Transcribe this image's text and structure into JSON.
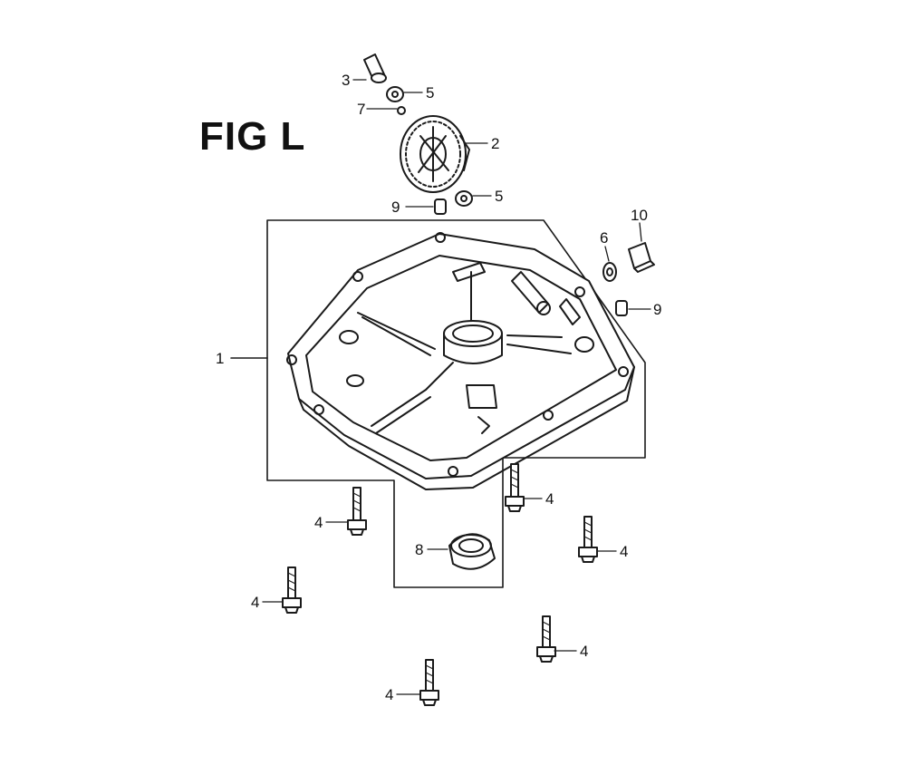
{
  "figure": {
    "title": "FIG L"
  },
  "callouts": [
    {
      "id": "c1",
      "label": "1"
    },
    {
      "id": "c2",
      "label": "2"
    },
    {
      "id": "c3",
      "label": "3"
    },
    {
      "id": "c4a",
      "label": "4"
    },
    {
      "id": "c4b",
      "label": "4"
    },
    {
      "id": "c4c",
      "label": "4"
    },
    {
      "id": "c4d",
      "label": "4"
    },
    {
      "id": "c4e",
      "label": "4"
    },
    {
      "id": "c4f",
      "label": "4"
    },
    {
      "id": "c5a",
      "label": "5"
    },
    {
      "id": "c5b",
      "label": "5"
    },
    {
      "id": "c6",
      "label": "6"
    },
    {
      "id": "c7",
      "label": "7"
    },
    {
      "id": "c8",
      "label": "8"
    },
    {
      "id": "c9a",
      "label": "9"
    },
    {
      "id": "c9b",
      "label": "9"
    },
    {
      "id": "c10",
      "label": "10"
    }
  ]
}
